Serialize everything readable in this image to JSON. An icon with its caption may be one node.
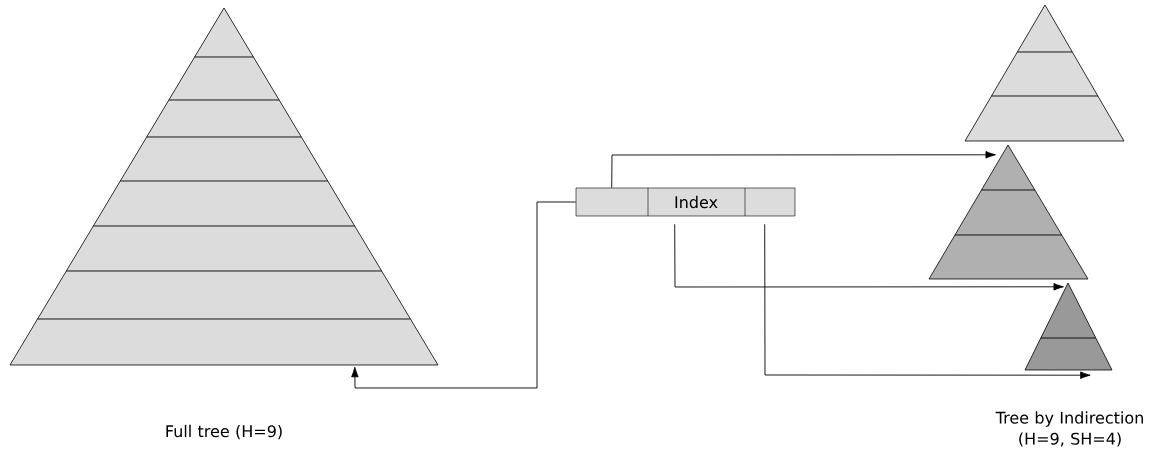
{
  "diagram": {
    "nodes": [
      {
        "text": [],
        "shape": "triangle"
      },
      {
        "text": [
          "Index"
        ]
      },
      {
        "text": [],
        "shape": "triangle"
      },
      {
        "text": [],
        "shape": "triangle"
      },
      {
        "text": [],
        "shape": "triangle"
      }
    ],
    "edges": [
      {
        "from": 1,
        "to": 0,
        "arrow": "to"
      },
      {
        "from": 1,
        "to": 3,
        "arrow": "to"
      },
      {
        "from": 1,
        "to": 4,
        "arrow": "to"
      },
      {
        "from": 1,
        "to": 4,
        "arrow": "to"
      }
    ],
    "labels": [
      "Full tree (H=9)",
      "Tree by Indirection (H=9, SH=4)"
    ]
  }
}
